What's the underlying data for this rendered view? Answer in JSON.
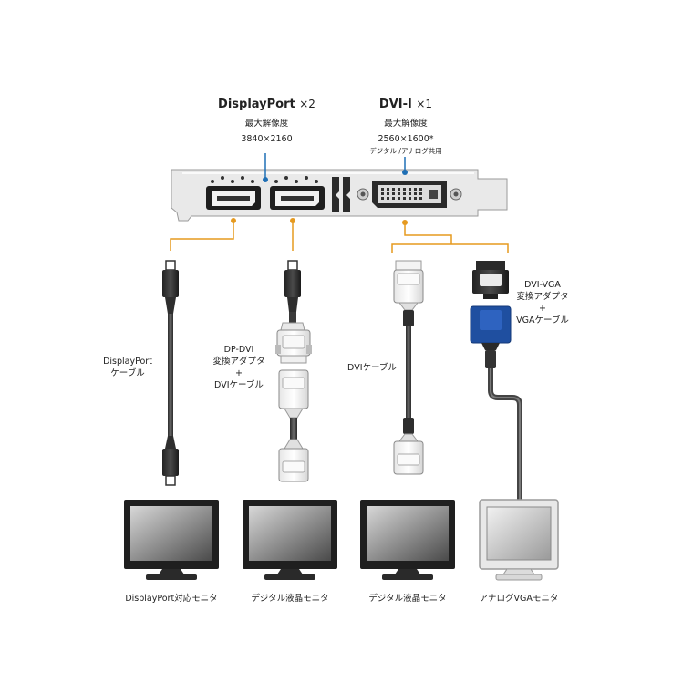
{
  "ports": {
    "dp": {
      "title": "DisplayPort",
      "count": "×2",
      "res_label": "最大解像度",
      "res_value": "3840×2160"
    },
    "dvi": {
      "title": "DVI-I",
      "count": "×1",
      "res_label": "最大解像度",
      "res_value": "2560×1600*",
      "note": "デジタル /アナログ共用"
    }
  },
  "cables": {
    "dp": [
      "DisplayPort",
      "ケーブル"
    ],
    "dpdvi": [
      "DP-DVI",
      "変換アダプタ",
      "+",
      "DVIケーブル"
    ],
    "dvi": "DVIケーブル",
    "vga": [
      "DVI-VGA",
      "変換アダプタ",
      "+",
      "VGAケーブル"
    ]
  },
  "monitors": [
    "DisplayPort対応モニタ",
    "デジタル液晶モニタ",
    "デジタル液晶モニタ",
    "アナログVGAモニタ"
  ],
  "colors": {
    "connector_line": "#e69a1f",
    "pointer_line": "#1f6fb5",
    "vga_blue": "#1f4fa0"
  }
}
